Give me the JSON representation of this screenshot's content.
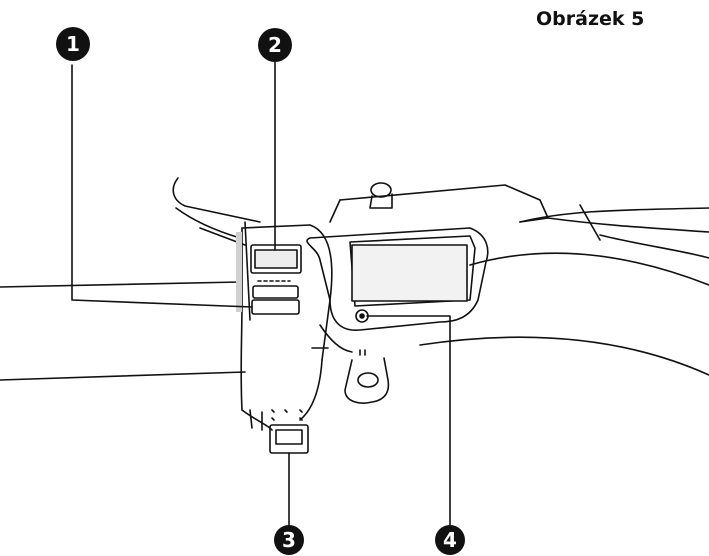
{
  "figure": {
    "title": "Obrázek 5"
  },
  "callouts": [
    {
      "number": "1"
    },
    {
      "number": "2"
    },
    {
      "number": "3"
    },
    {
      "number": "4"
    }
  ],
  "colors": {
    "line": "#111111",
    "callout_fill": "#111111",
    "callout_text": "#ffffff",
    "background": "#ffffff"
  }
}
